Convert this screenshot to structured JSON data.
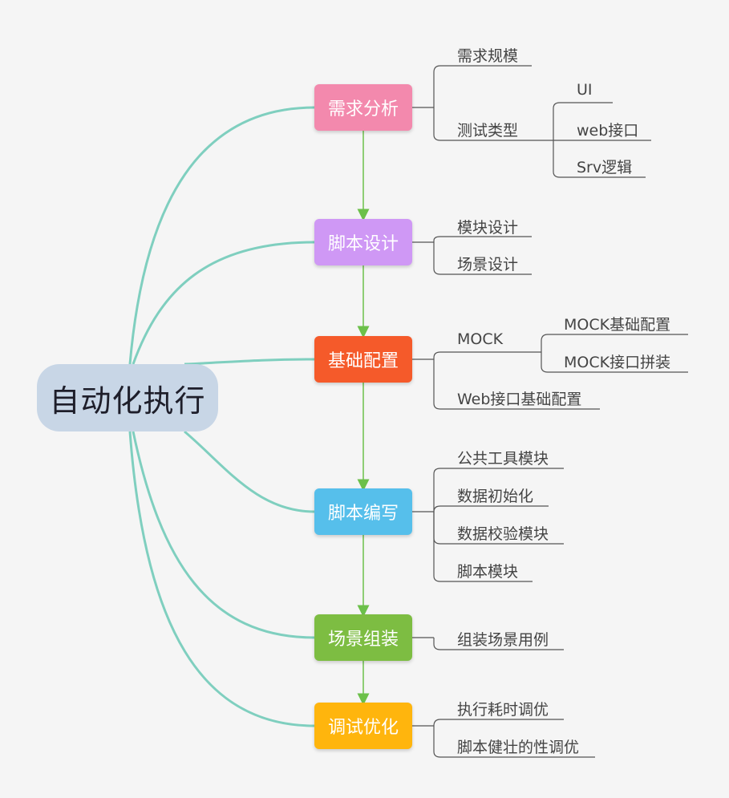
{
  "root": {
    "label": "自动化执行"
  },
  "colors": {
    "root_bg": "#c8d6e6",
    "curve": "#7fcfbf",
    "arrow": "#6cc04a",
    "branch_line": "#555555"
  },
  "nodes": [
    {
      "label": "需求分析",
      "color": "#f389ad"
    },
    {
      "label": "脚本设计",
      "color": "#cf98f5"
    },
    {
      "label": "基础配置",
      "color": "#f55a2a"
    },
    {
      "label": "脚本编写",
      "color": "#56bfeb"
    },
    {
      "label": "场景组装",
      "color": "#7dbd42"
    },
    {
      "label": "调试优化",
      "color": "#ffb50d"
    }
  ],
  "leaves": {
    "xuqiu": {
      "guimo": "需求规模",
      "leixing": "测试类型",
      "ui": "UI",
      "web": "web接口",
      "srv": "Srv逻辑"
    },
    "sheji": {
      "mokuai": "模块设计",
      "changjing": "场景设计"
    },
    "peizhi": {
      "mock": "MOCK",
      "mock_base": "MOCK基础配置",
      "mock_pin": "MOCK接口拼装",
      "web_base": "Web接口基础配置"
    },
    "bianxie": {
      "gongju": "公共工具模块",
      "chushihua": "数据初始化",
      "jiaoyan": "数据校验模块",
      "jiaoben": "脚本模块"
    },
    "zuzhuang": {
      "yongli": "组装场景用例"
    },
    "tiaoshi": {
      "haoshi": "执行耗时调优",
      "jianzhuang": "脚本健壮的性调优"
    }
  }
}
